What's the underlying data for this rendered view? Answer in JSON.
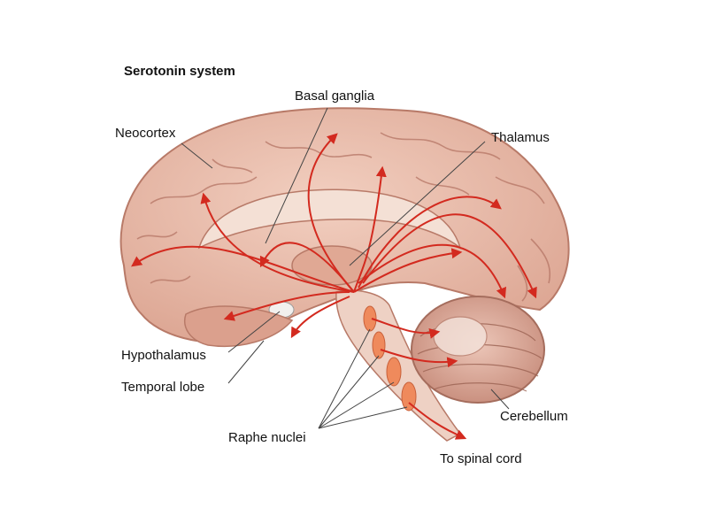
{
  "title": "Serotonin system",
  "labels": {
    "basal_ganglia": "Basal ganglia",
    "neocortex": "Neocortex",
    "thalamus": "Thalamus",
    "hypothalamus": "Hypothalamus",
    "temporal_lobe": "Temporal lobe",
    "cerebellum": "Cerebellum",
    "raphe_nuclei": "Raphe nuclei",
    "to_spinal_cord": "To spinal cord"
  },
  "colors": {
    "brain_fill": "#e9b9a6",
    "brain_stroke": "#b87a68",
    "pathway": "#d32a1f",
    "nuclei": "#ef8a5c",
    "cerebellum_fill": "#d9a292",
    "leader": "#444444"
  }
}
